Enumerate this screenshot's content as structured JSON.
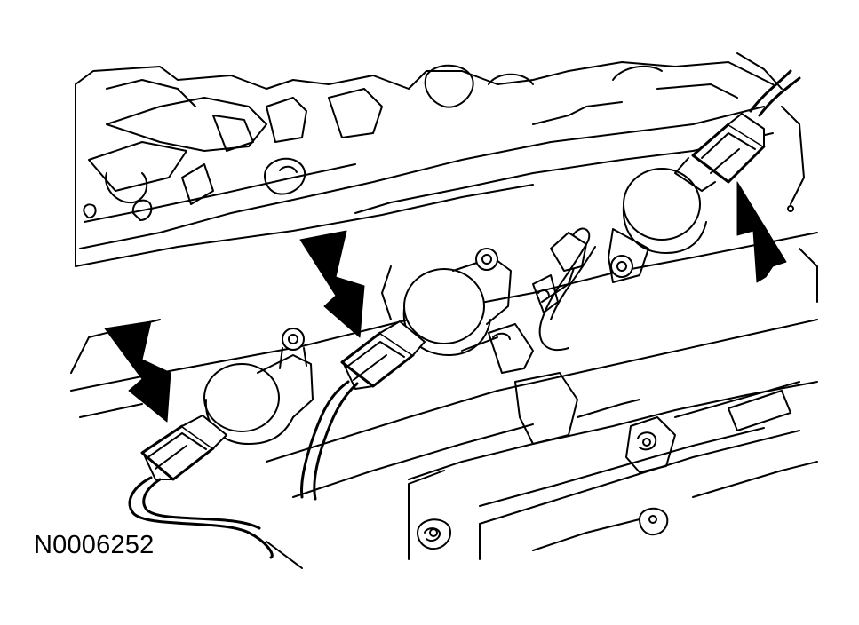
{
  "figure": {
    "reference_id": "N0006252"
  },
  "colors": {
    "ink": "#000000",
    "paper": "#ffffff"
  },
  "callouts": [
    {
      "name": "arrow-connector-left",
      "direction": "down-right"
    },
    {
      "name": "arrow-connector-middle",
      "direction": "down-right"
    },
    {
      "name": "arrow-connector-right",
      "direction": "up"
    }
  ]
}
